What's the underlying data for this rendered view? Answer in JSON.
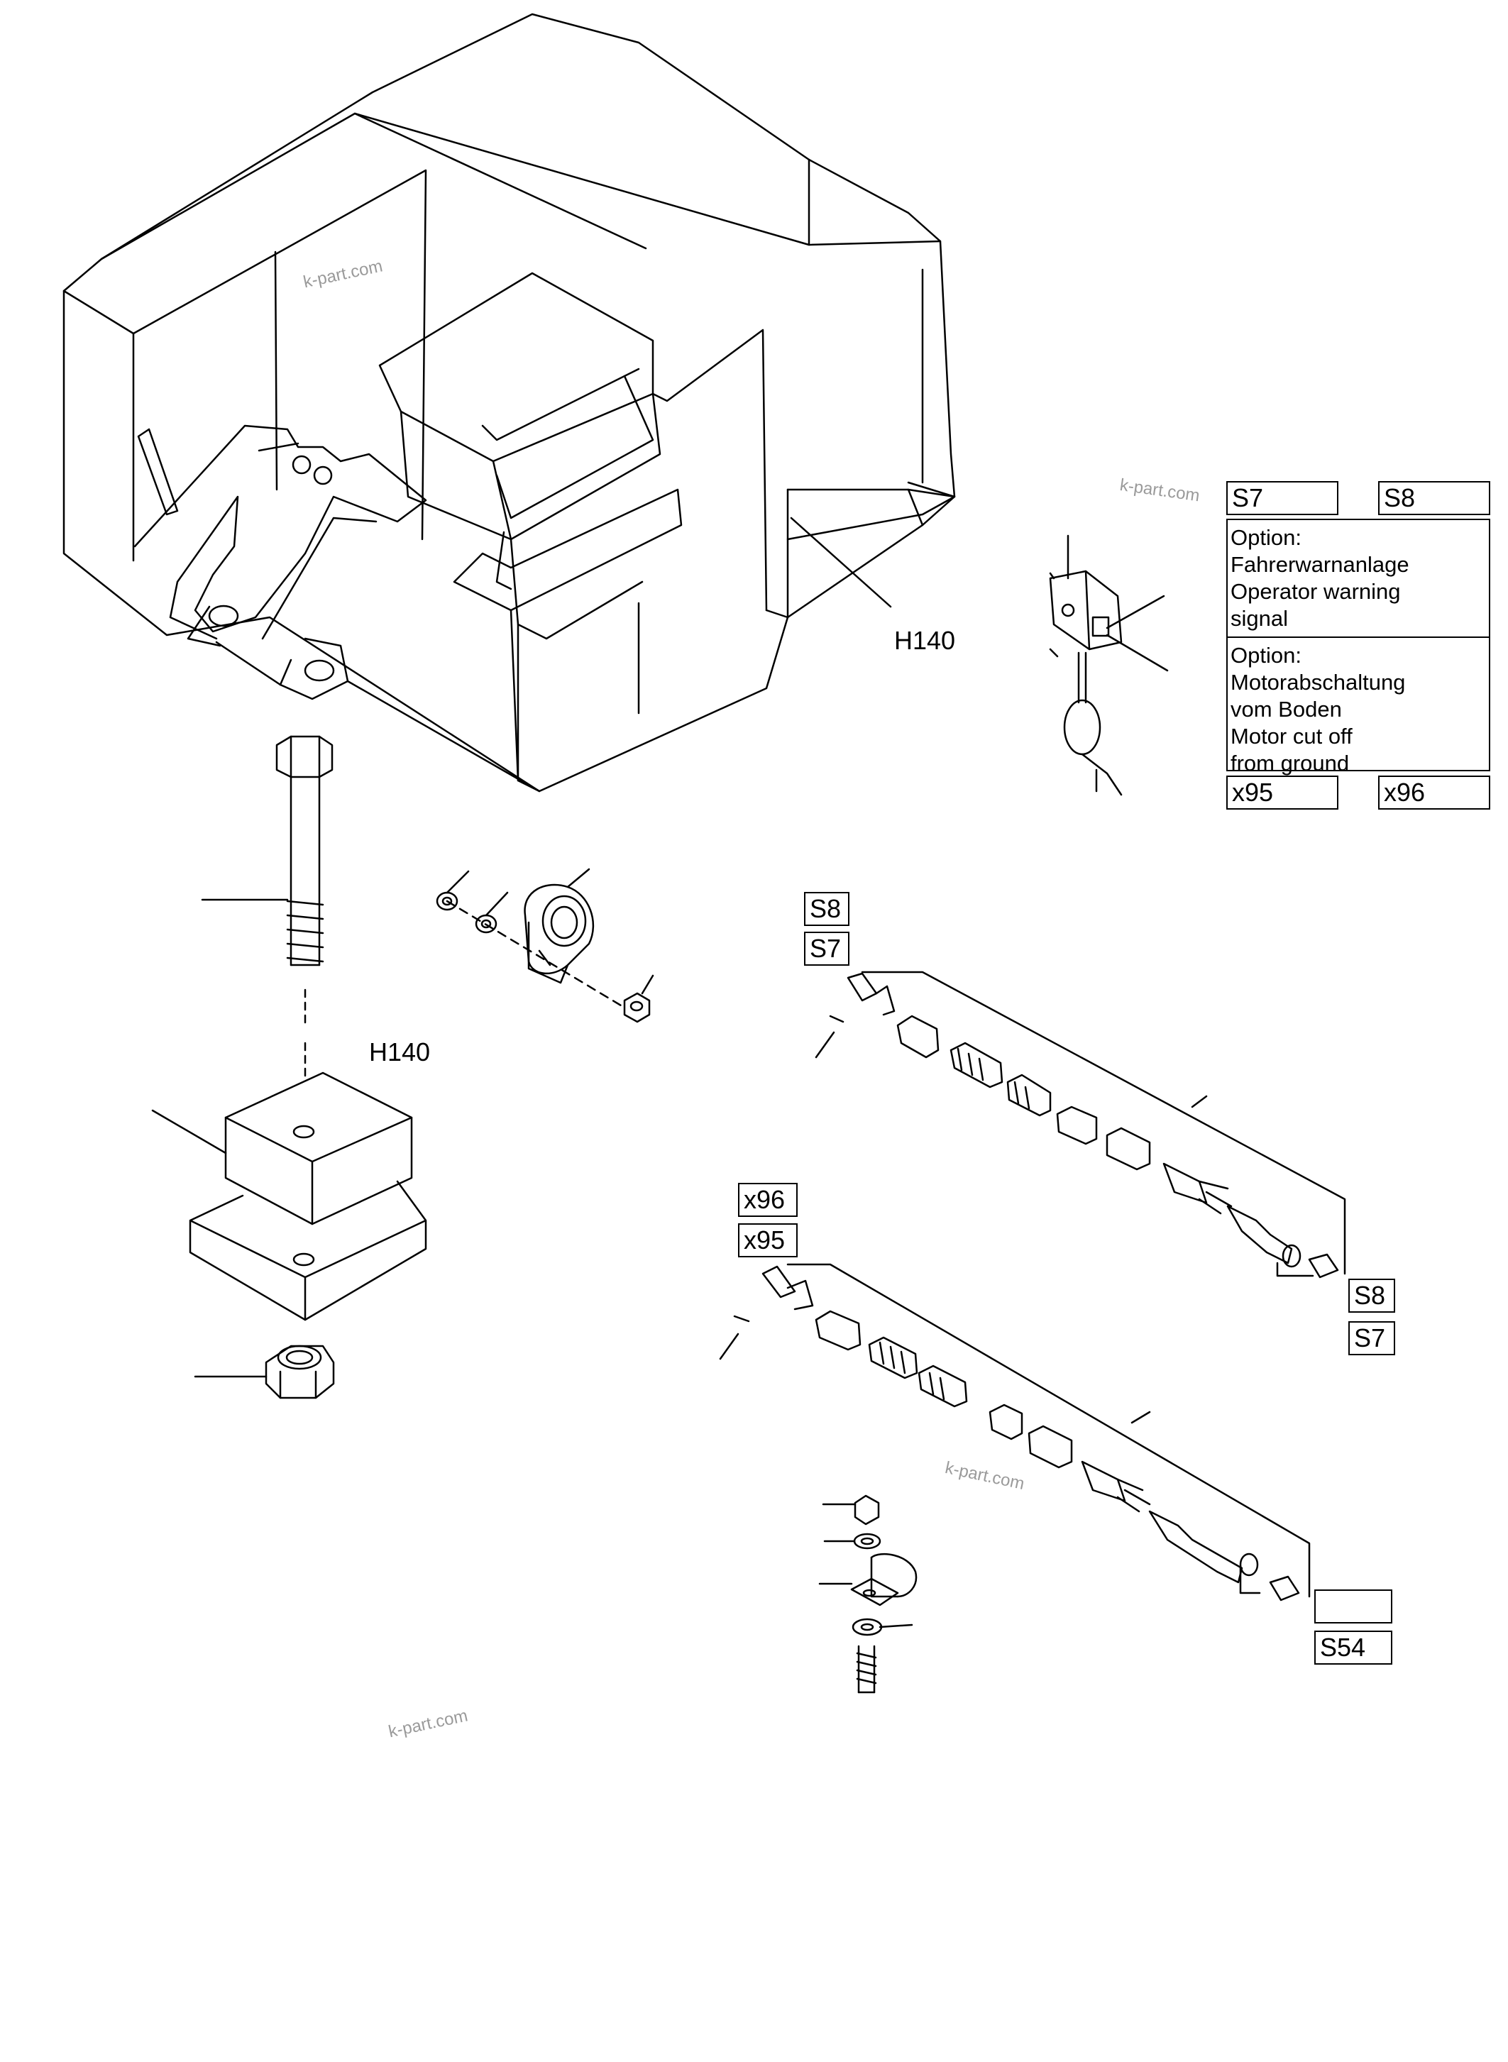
{
  "callouts": {
    "h140_top": "H140",
    "h140_mid": "H140",
    "s7_a": "S7",
    "s8_a": "S8",
    "s8_b": "S8",
    "s7_b": "S7",
    "s8_c": "S8",
    "s7_c": "S7",
    "x96_a": "x96",
    "x95_a": "x95",
    "x95_b": "x95",
    "x96_b": "x96",
    "blank": "",
    "s54": "S54"
  },
  "options": {
    "warning": "Option:\nFahrerwarnanlage\nOperator warning\n signal",
    "cutoff": "Option:\nMotorabschaltung\nvom Boden\nMotor cut off\nfrom ground"
  },
  "watermarks": [
    "k-part.com",
    "k-part.com",
    "k-part.com",
    "k-part.com"
  ],
  "colors": {
    "line": "#000000",
    "background": "#ffffff",
    "watermark": "#9a9a9a"
  }
}
